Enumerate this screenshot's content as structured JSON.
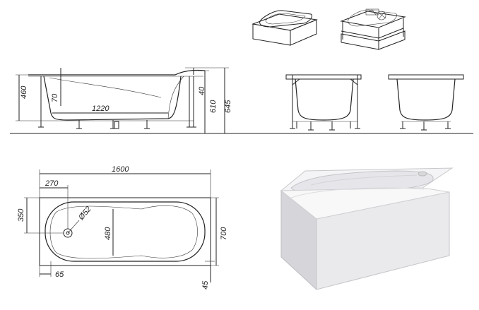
{
  "side_view": {
    "height_rim": "460",
    "depth_inner": "70",
    "inner_length": "1220",
    "offset_40": "40",
    "height_610": "610",
    "height_645": "645"
  },
  "top_view": {
    "total_length": "1600",
    "drain_offset": "270",
    "drain_edge": "350",
    "drain_diameter": "Ø52",
    "inner_width": "480",
    "total_width": "700",
    "edge_65": "65",
    "edge_45": "45"
  },
  "colors": {
    "line": "#222222",
    "tub_fill": "#ececef",
    "panel": "#dcdce0"
  }
}
